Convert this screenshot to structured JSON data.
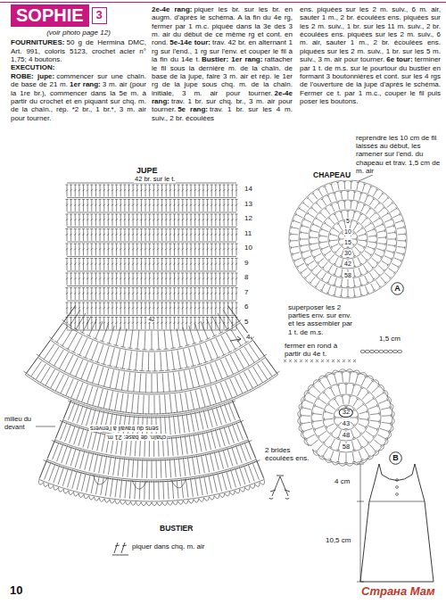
{
  "diagram": {
    "nodes": [
      {
        "text": [
          "SOPHIE"
        ]
      },
      {
        "text": [
          "3"
        ]
      },
      {
        "text": [
          "A"
        ]
      },
      {
        "text": [
          "B"
        ]
      }
    ],
    "labels": [
      "(voir photo page 12)",
      "FOURNITURES:",
      "50 g de Hermina DMC, Art. 991, coloris 5123, crochet acier n° 1,75; 4 boutons.",
      "EXECUTION:",
      "ROBE: jupe:",
      "commencer sur une chaîn. de base de 21 m.",
      "1er rang:",
      "3 m. air (pour la 1re br.), commencer dans la 5e m. à partir du crochet et en piquant sur chq. m. de la chaîn., rép. *2 br., 1 br.*, 3 m. air pour tourner.",
      "2e-4e rang:",
      "piquer les br. sur les br. en augm. d'après le schéma. A la fin du 4e rg, fermer par 1 m.c. piquée dans la 3e des 3 m. air du début de ce même rg et cont. en rond.",
      "5e-14e tour:",
      "trav. 42 br. en alternant 1 rg sur l'end., 1 rg sur l'env. et couper le fil à la fin du 14e t.",
      "Bustier: 1er rang:",
      "rattacher le fil sous la dernière m. de la chaîn. de base de la jupe, faire 3 m. air et rép. le 1er rg de la jupe sous chq. m. de la chaîn. initiale, 3 m. air pour tourner.",
      "2e-4e rang:",
      "trav. 1 br. sur chq. br., 3 m. air pour tourner.",
      "5e rang:",
      "trav. 1 br. sur les 4 m. suiv., 2 br. écoulées",
      "ens. piquées sur les 2 m. suiv., 6 m. air, sauter 1 m., 2 br. écoulées ens. piquées sur les 2 m. suiv., 1 br. sur les 11 m. suiv., 2 br. écoulées ens. piquées sur les 2 m. suiv., 6 m. air, sauter 1 m., 2 br. écoulées ens. piquées sur les 2 m. suiv., 1 br. sur les 5 m. suiv., 3 m. air pour tourner.",
      "6e tour:",
      "terminer par 1 t. de m.s. sur le pourtour du bustier en formant 3 boutonnières et cont. sur les 4 rgs de l'ouverture de la jupe d'après le schéma. Fermer ce t. par 1 m.c., couper le fil puis poser les boutons.",
      "JUPE",
      "42 br. sur le t.",
      "14",
      "13",
      "12",
      "11",
      "10",
      "9",
      "8",
      "7",
      "6",
      "5",
      "42",
      "4",
      "fermer en rond à partir du 4e t.",
      "milieu du devant",
      "sens du travail à l'envers",
      "chaîn. de base: 21 m.",
      "BUSTIER",
      "piquer dans chq. m. air",
      "10",
      "reprendre les 10 cm de fil laissés au début, les ramener sur l'end. du chapeau et trav. 1,5 cm de m. air",
      "CHAPEAU",
      "5",
      "10",
      "15",
      "30",
      "42",
      "58",
      "superposer les 2 parties env. sur env. et les assembler par 1 t. de m.s.",
      "1,5 cm",
      "32",
      "43",
      "48",
      "58",
      "2 brides écoulées ens.",
      "4 cm",
      "10,5 cm",
      "Страна Мам"
    ]
  }
}
